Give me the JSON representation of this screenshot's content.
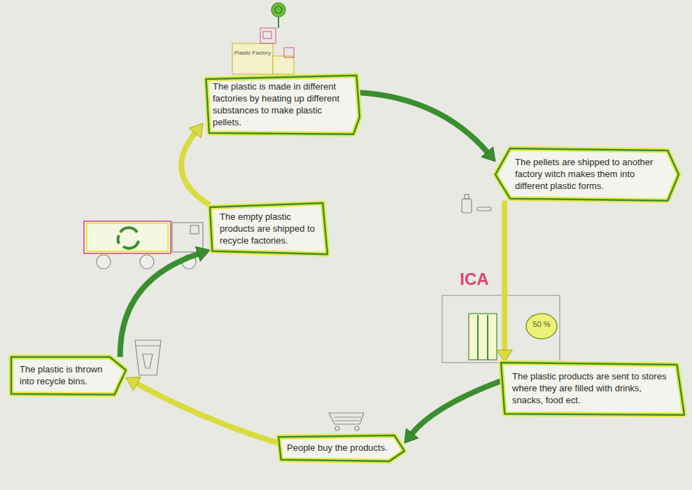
{
  "diagram": {
    "nodes": [
      {
        "text": [
          "The plastic is made in different factories by heating up different substances to make plastic pellets."
        ]
      },
      {
        "text": [
          "The pellets are shipped to another factory witch makes them into different plastic forms."
        ]
      },
      {
        "text": [
          "The plastic products are sent to stores where they are filled with drinks, snacks, food ect."
        ]
      },
      {
        "text": [
          "People buy the products."
        ]
      },
      {
        "text": [
          "The plastic is thrown into recycle bins."
        ]
      },
      {
        "text": [
          "The empty plastic products are shipped to recycle factories."
        ]
      }
    ],
    "edges": [
      {
        "from": 0,
        "to": 1,
        "arrow": "to"
      },
      {
        "from": 1,
        "to": 2,
        "arrow": "to"
      },
      {
        "from": 2,
        "to": 3,
        "arrow": "to"
      },
      {
        "from": 3,
        "to": 4,
        "arrow": "to"
      },
      {
        "from": 4,
        "to": 5,
        "arrow": "to"
      },
      {
        "from": 5,
        "to": 0,
        "arrow": "to"
      }
    ],
    "labels": [
      "Plastic Factory",
      "ICA",
      "50 %"
    ]
  }
}
